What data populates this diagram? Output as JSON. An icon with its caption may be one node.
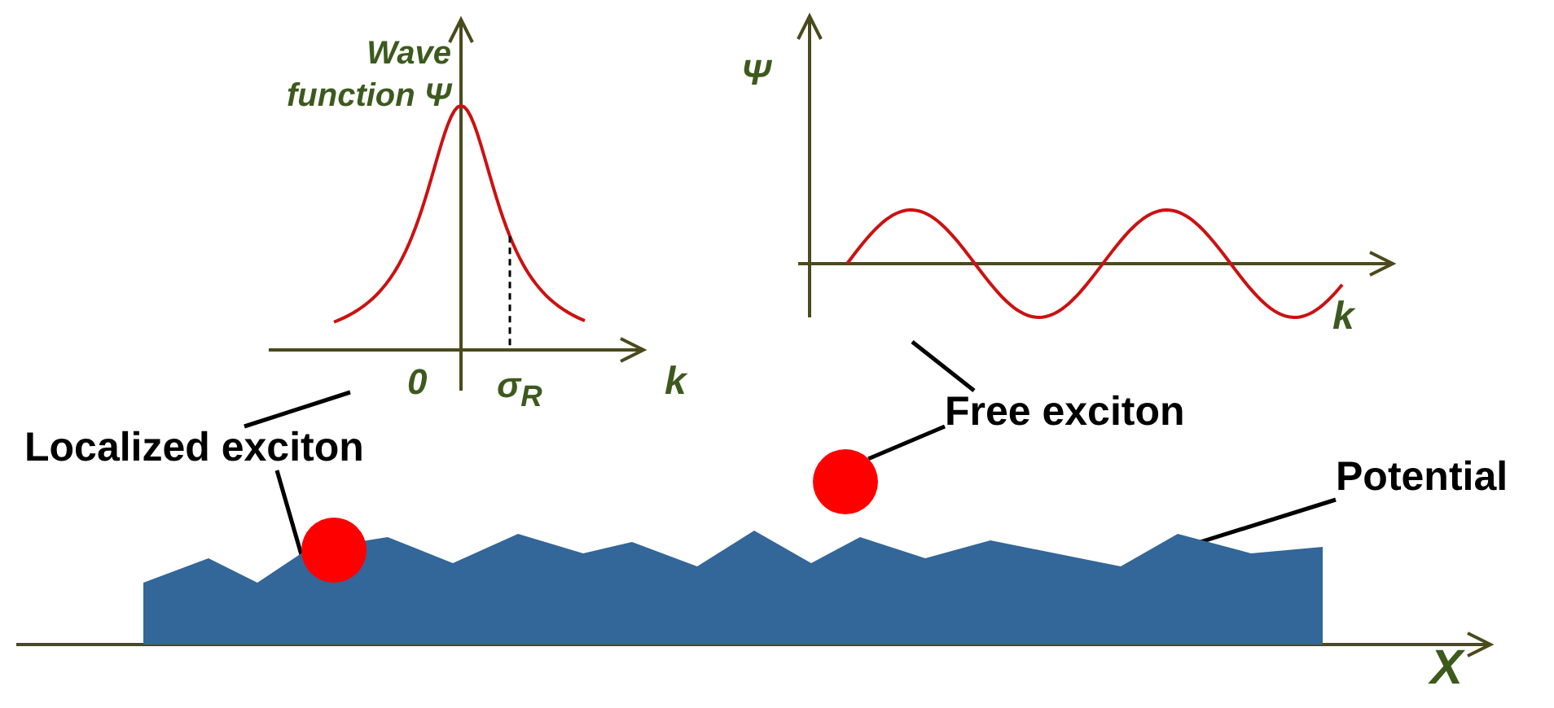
{
  "diagram": {
    "nodes": [
      {
        "text": [],
        "shape": "picture"
      },
      {
        "text": [],
        "shape": "picture"
      },
      {
        "text": [
          "Localized exciton"
        ]
      },
      {
        "text": [],
        "shape": "circle",
        "in": 7
      },
      {
        "text": [
          "Free exciton"
        ]
      },
      {
        "text": [],
        "shape": "circle"
      },
      {
        "text": [
          "Potential"
        ]
      },
      {
        "text": [],
        "shape": "picture"
      }
    ],
    "edges": [
      {
        "from": 0,
        "to": 2,
        "arrow": "none"
      },
      {
        "from": 1,
        "to": 4,
        "arrow": "none"
      },
      {
        "from": 2,
        "to": 3,
        "arrow": "none"
      },
      {
        "from": 4,
        "to": 5,
        "arrow": "none"
      },
      {
        "from": 6,
        "to": 7,
        "arrow": "none"
      }
    ],
    "labels": [
      "Wave function Ψ",
      "Ψ",
      "0",
      "σ$_{R}$",
      "k",
      "k",
      "X"
    ]
  }
}
